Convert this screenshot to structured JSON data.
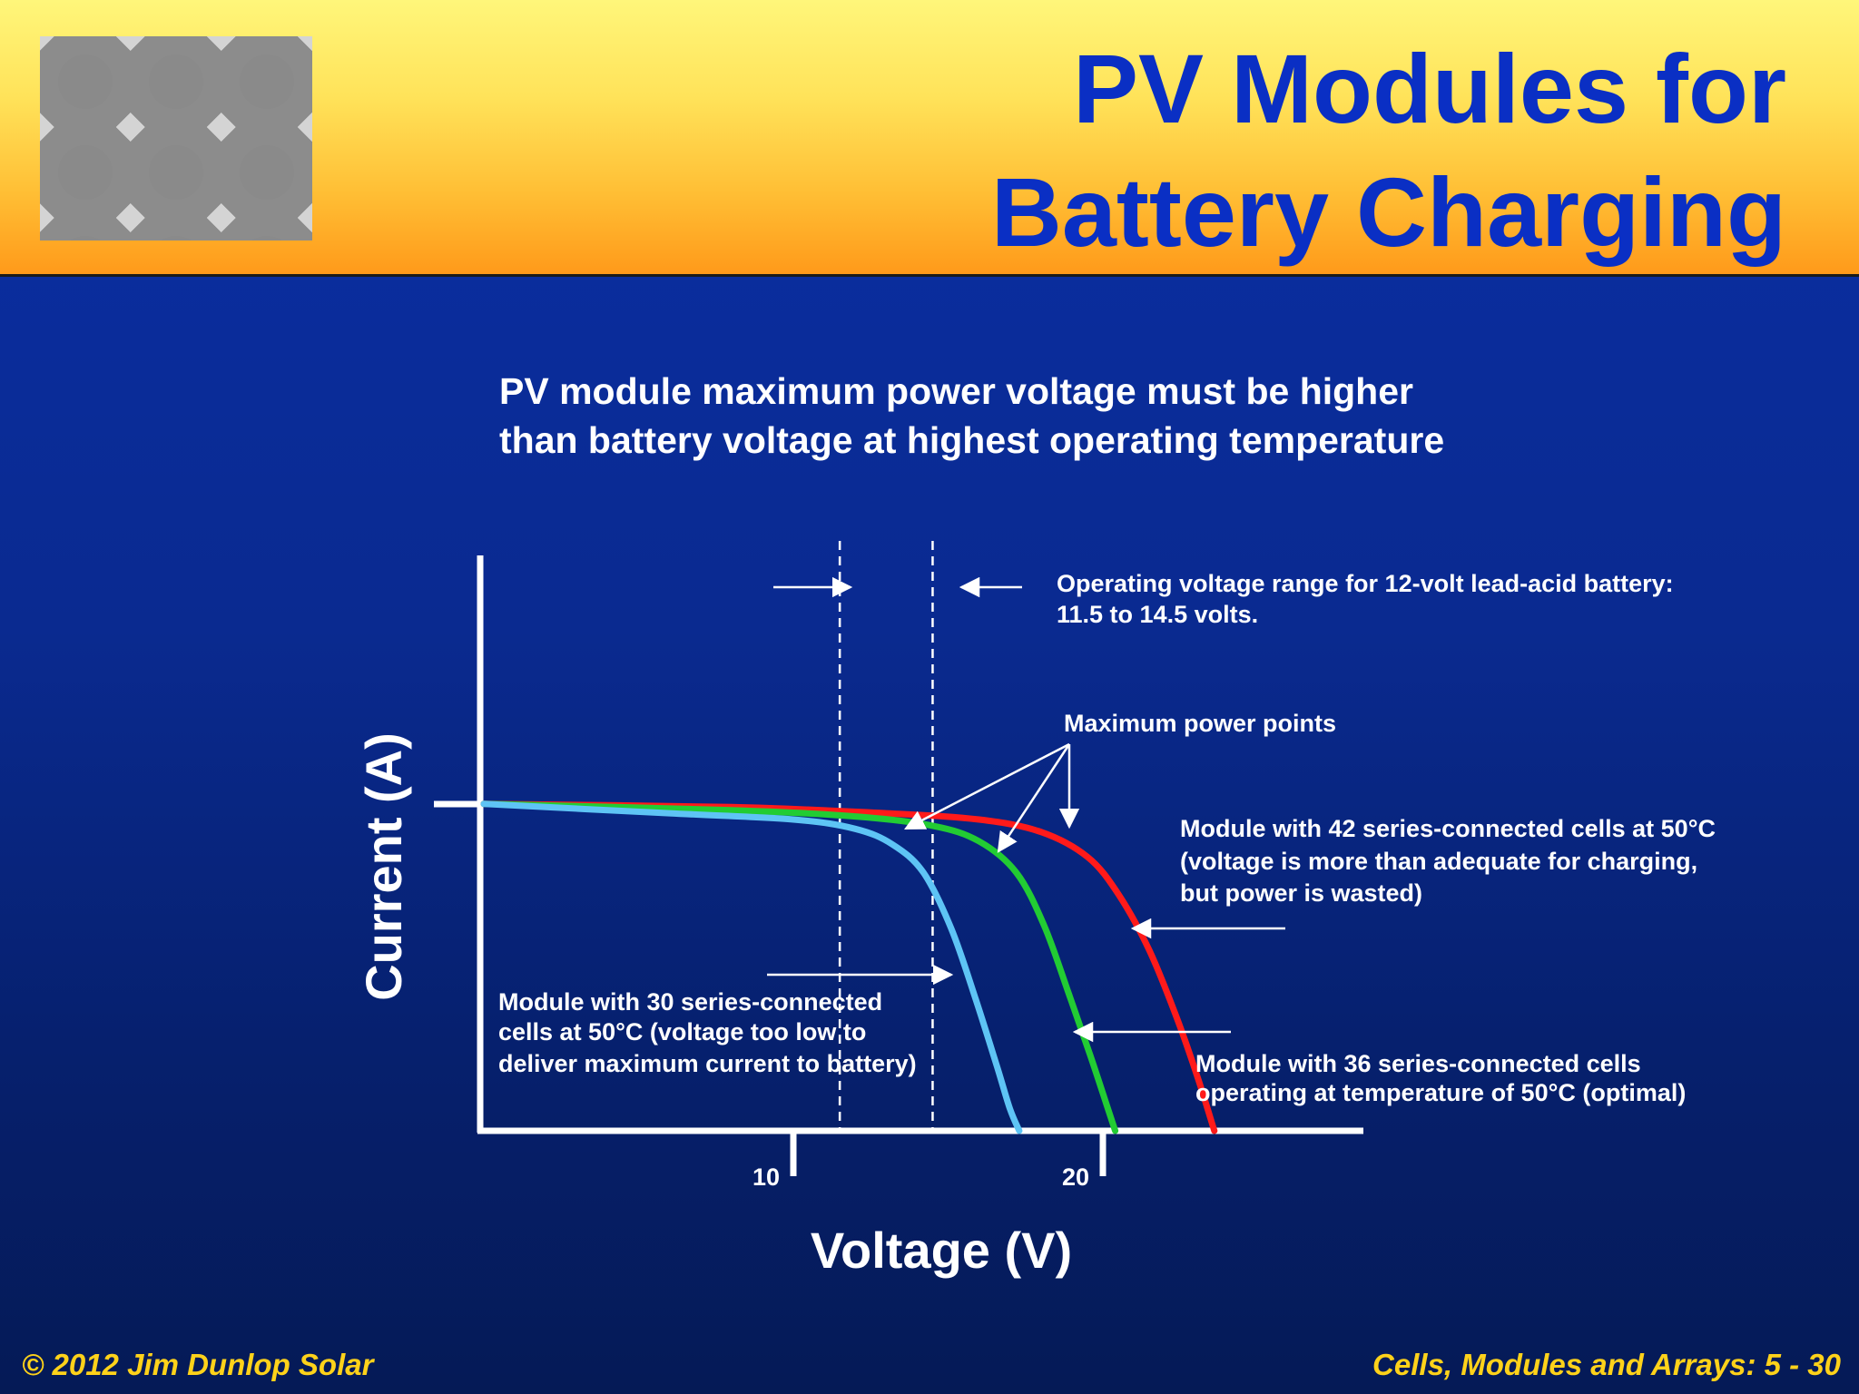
{
  "header": {
    "title_line1": "PV Modules for",
    "title_line2": "Battery Charging"
  },
  "subtitle": {
    "line1": "PV module maximum power voltage must be higher",
    "line2": "than battery voltage at highest operating temperature"
  },
  "chart_data": {
    "type": "line",
    "xlabel": "Voltage (V)",
    "ylabel": "Current (A)",
    "x_ticks": [
      "10",
      "20"
    ],
    "xlim": [
      0,
      29
    ],
    "ylim": [
      0,
      1.45
    ],
    "series": [
      {
        "color": "#ff1a1a",
        "x": [
          0,
          8,
          13,
          16,
          18,
          19.5,
          20.5,
          21.5,
          22.4,
          23.1,
          23.6
        ],
        "y": [
          1.05,
          1.04,
          1.02,
          1.0,
          0.96,
          0.88,
          0.76,
          0.58,
          0.36,
          0.16,
          0
        ]
      },
      {
        "color": "#22cc33",
        "x": [
          0,
          8,
          12,
          14.5,
          16,
          17.2,
          18.1,
          18.9,
          19.6,
          20.1,
          20.4
        ],
        "y": [
          1.05,
          1.03,
          1.01,
          0.98,
          0.93,
          0.83,
          0.66,
          0.44,
          0.24,
          0.09,
          0
        ]
      },
      {
        "color": "#5ec4f5",
        "x": [
          0,
          6,
          10,
          12,
          13.2,
          14.2,
          15.1,
          15.9,
          16.6,
          17.0,
          17.3
        ],
        "y": [
          1.05,
          1.02,
          1.0,
          0.97,
          0.92,
          0.83,
          0.65,
          0.42,
          0.2,
          0.07,
          0
        ]
      }
    ],
    "reference_lines": {
      "lower_voltage": 11.5,
      "upper_voltage": 14.5
    },
    "maximum_power_points": [
      {
        "x": 19.2,
        "y": 0.91
      },
      {
        "x": 16.9,
        "y": 0.88
      },
      {
        "x": 14.0,
        "y": 0.87
      }
    ],
    "annotations": {
      "operating_range_line1": "Operating voltage range for 12-volt lead-acid battery:",
      "operating_range_line2": "11.5 to 14.5 volts.",
      "mpp_label": "Maximum power points",
      "red_line1": "Module with 42 series-connected cells at 50°C",
      "red_line2": "(voltage is more than adequate for charging,",
      "red_line3": "but power is wasted)",
      "blue_line1": "Module with 30 series-connected",
      "blue_line2": "cells at 50°C (voltage too low to",
      "blue_line3": "deliver maximum current to battery)",
      "green_line1": "Module with 36 series-connected cells",
      "green_line2": "operating at temperature of 50°C (optimal)"
    }
  },
  "footer": {
    "left": "© 2012 Jim Dunlop Solar",
    "right": "Cells, Modules and Arrays: 5 - 30"
  }
}
